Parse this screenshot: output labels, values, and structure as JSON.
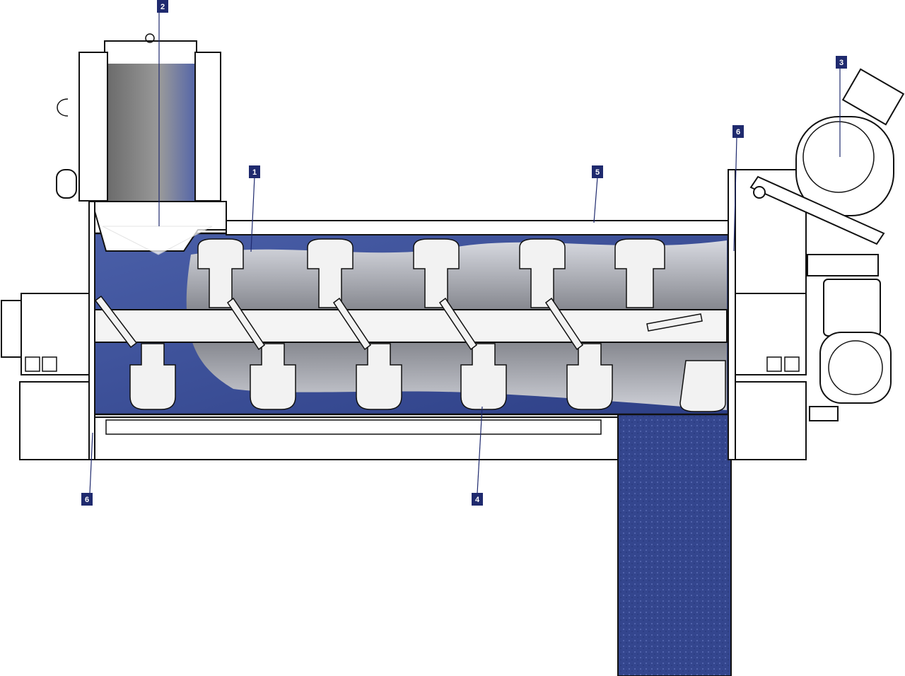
{
  "callouts": [
    {
      "id": "callout-1",
      "label": "1"
    },
    {
      "id": "callout-2",
      "label": "2"
    },
    {
      "id": "callout-3",
      "label": "3"
    },
    {
      "id": "callout-4",
      "label": "4"
    },
    {
      "id": "callout-5",
      "label": "5"
    },
    {
      "id": "callout-6a",
      "label": "6"
    },
    {
      "id": "callout-6b",
      "label": "6"
    }
  ],
  "colors": {
    "accent": "#1f2a6e",
    "product": "#3b4f9a",
    "outline": "#111111"
  }
}
